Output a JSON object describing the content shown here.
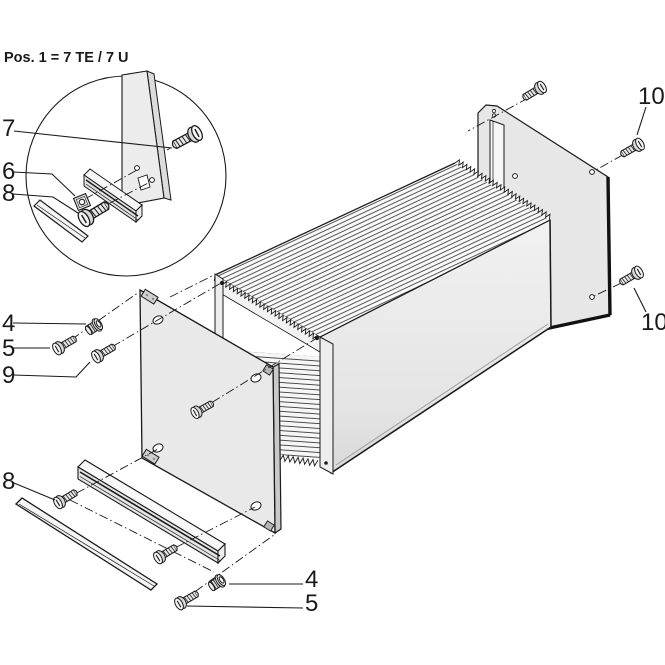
{
  "detail_view": {
    "title": "Pos. 1 = 7 TE / 7 U",
    "callouts": {
      "panel_screw": "7",
      "slide_nut": "6",
      "clamp_screw": "8"
    }
  },
  "main_view": {
    "callouts": {
      "collar_nut_top": "4",
      "collar_screw_top": "5",
      "panel_screw": "9",
      "clamp_screw_bottom": "8",
      "collar_nut_bottom": "4",
      "collar_screw_bottom": "5",
      "rear_screw_top": "10",
      "rear_screw_bottom": "10"
    }
  },
  "colors": {
    "line": "#1a1a1a",
    "panel_fill": "#e9e9e9",
    "case_side_fill": "#e3e3e3",
    "background": "#ffffff"
  }
}
